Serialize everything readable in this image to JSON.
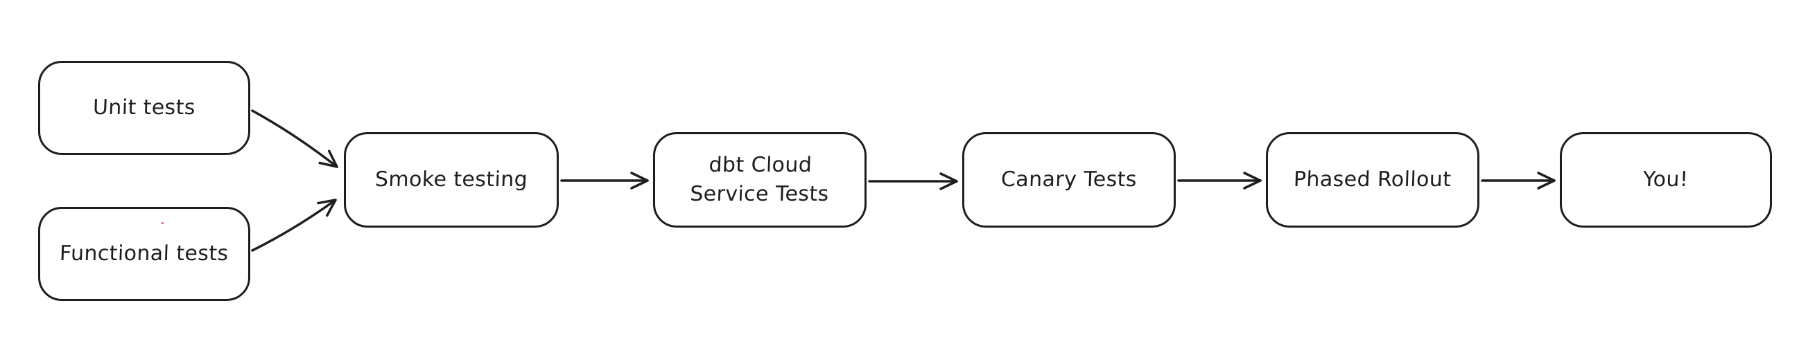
{
  "diagram": {
    "type": "flowchart",
    "style": "hand-drawn",
    "background_color": "#ffffff",
    "stroke_color": "#1e1e1e",
    "artifact_dot_color": "#e03131",
    "nodes": [
      {
        "id": "unit-tests",
        "label": "Unit tests"
      },
      {
        "id": "functional-tests",
        "label": "Functional tests"
      },
      {
        "id": "smoke-testing",
        "label": "Smoke testing"
      },
      {
        "id": "dbt-cloud-service-tests",
        "label": "dbt Cloud\nService Tests"
      },
      {
        "id": "canary-tests",
        "label": "Canary Tests"
      },
      {
        "id": "phased-rollout",
        "label": "Phased Rollout"
      },
      {
        "id": "you",
        "label": "You!"
      }
    ],
    "edges": [
      {
        "from": "unit-tests",
        "to": "smoke-testing",
        "arrowhead": "open-chevron"
      },
      {
        "from": "functional-tests",
        "to": "smoke-testing",
        "arrowhead": "open-chevron"
      },
      {
        "from": "smoke-testing",
        "to": "dbt-cloud-service-tests",
        "arrowhead": "open-chevron"
      },
      {
        "from": "dbt-cloud-service-tests",
        "to": "canary-tests",
        "arrowhead": "open-chevron"
      },
      {
        "from": "canary-tests",
        "to": "phased-rollout",
        "arrowhead": "open-chevron"
      },
      {
        "from": "phased-rollout",
        "to": "you",
        "arrowhead": "open-chevron"
      }
    ]
  }
}
